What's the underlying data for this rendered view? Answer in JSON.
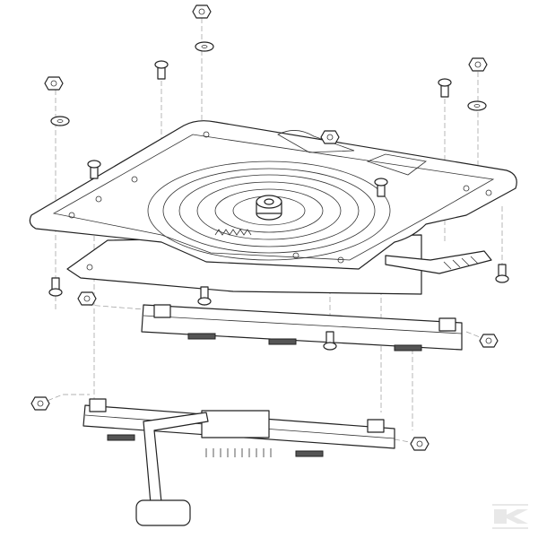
{
  "diagram": {
    "type": "exploded-view",
    "parts": [
      "swivel-plate",
      "seat-slide-rail",
      "seat-slide-rail-with-handle",
      "release-lever",
      "nuts",
      "washers",
      "bolts"
    ]
  },
  "logo": {
    "text": "K",
    "color": "#e8e8e8"
  },
  "colors": {
    "line": "#222222",
    "leader": "#999999",
    "background": "#ffffff"
  }
}
